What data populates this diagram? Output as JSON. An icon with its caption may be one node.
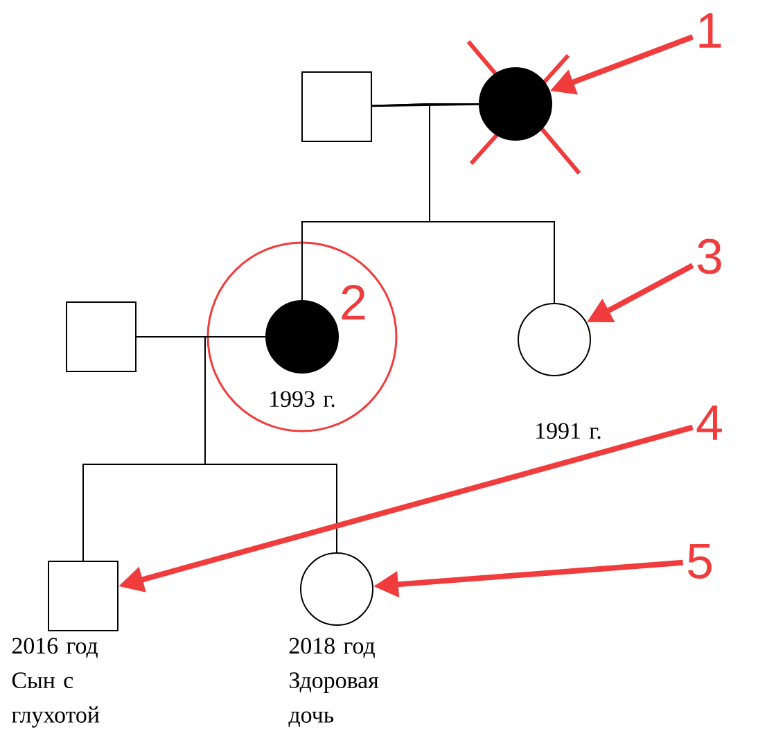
{
  "diagram": {
    "nodes": [
      {
        "text": [],
        "shape": "box"
      },
      {
        "text": [],
        "shape": "circle"
      },
      {
        "text": [],
        "shape": "box"
      },
      {
        "text": [
          "2"
        ]
      },
      {
        "text": [],
        "shape": "circle",
        "in": 3,
        "beside": [
          "1993 г."
        ]
      },
      {
        "text": [],
        "shape": "circle",
        "beside": [
          "1991 г."
        ]
      },
      {
        "text": [],
        "shape": "box",
        "beside": [
          "2016 год Сын с глухотой"
        ]
      },
      {
        "text": [],
        "shape": "circle",
        "beside": [
          "2018 год Здоровая дочь"
        ]
      },
      {
        "text": [
          "1"
        ]
      },
      {
        "text": [
          "3"
        ]
      },
      {
        "text": [
          "4"
        ]
      },
      {
        "text": [
          "5"
        ]
      }
    ],
    "edges": [
      {
        "from": 0,
        "to": 1,
        "arrow": "none"
      },
      {
        "from": 0,
        "to": 4,
        "arrow": "none"
      },
      {
        "from": 1,
        "to": 4,
        "arrow": "none"
      },
      {
        "from": 0,
        "to": 5,
        "arrow": "none"
      },
      {
        "from": 1,
        "to": 5,
        "arrow": "none"
      },
      {
        "from": 2,
        "to": 4,
        "arrow": "none"
      },
      {
        "from": 2,
        "to": 6,
        "arrow": "none"
      },
      {
        "from": 4,
        "to": 6,
        "arrow": "none"
      },
      {
        "from": 2,
        "to": 7,
        "arrow": "none"
      },
      {
        "from": 4,
        "to": 7,
        "arrow": "none"
      },
      {
        "from": 8,
        "to": 1,
        "arrow": "to",
        "style": "thick",
        "color": "#f03c3c"
      },
      {
        "from": 9,
        "to": 5,
        "arrow": "to",
        "style": "thick",
        "color": "#f03c3c"
      },
      {
        "from": 10,
        "to": 6,
        "arrow": "to",
        "style": "thick",
        "color": "#f03c3c"
      },
      {
        "from": 11,
        "to": 7,
        "arrow": "to",
        "style": "thick",
        "color": "#f03c3c"
      }
    ]
  }
}
